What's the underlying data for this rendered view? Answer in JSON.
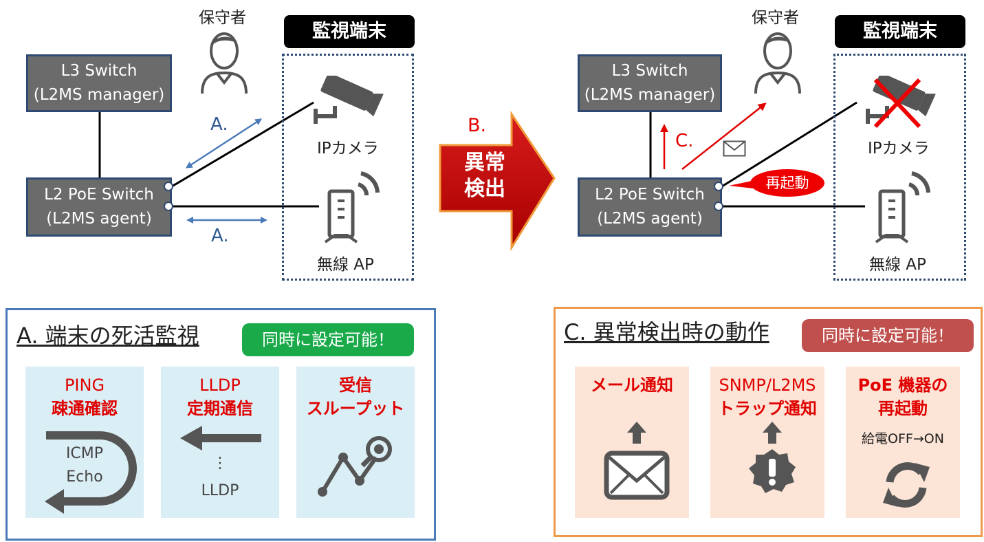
{
  "left": {
    "l3_switch": [
      "L3 Switch",
      "(L2MS manager)"
    ],
    "l2_switch": [
      "L2 PoE Switch",
      "(L2MS agent)"
    ],
    "maintainer": "保守者",
    "monitor_title": "監視端末",
    "camera_label": "IPカメラ",
    "ap_label": "無線 AP",
    "arrow_label_top": "A.",
    "arrow_label_bottom": "A."
  },
  "center": {
    "step": "B.",
    "arrow_text": [
      "異常",
      "検出"
    ]
  },
  "right": {
    "l3_switch": [
      "L3 Switch",
      "(L2MS manager)"
    ],
    "l2_switch": [
      "L2 PoE Switch",
      "(L2MS agent)"
    ],
    "maintainer": "保守者",
    "monitor_title": "監視端末",
    "camera_label": "IPカメラ",
    "ap_label": "無線 AP",
    "step_c": "C.",
    "restart_bubble": "再起動"
  },
  "panel_a": {
    "title": "A. 端末の死活監視",
    "badge": "同時に設定可能！",
    "cards": [
      {
        "title_1": "PING",
        "title_2": "疎通確認",
        "body_1": "ICMP",
        "body_2": "Echo"
      },
      {
        "title_1": "LLDP",
        "title_2": "定期通信",
        "body_1": "⋮",
        "body_2": "LLDP"
      },
      {
        "title_1": "受信",
        "title_2": "スループット"
      }
    ]
  },
  "panel_c": {
    "title": "C. 異常検出時の動作",
    "badge": "同時に設定可能！",
    "cards": [
      {
        "title_1": "メール通知"
      },
      {
        "title_1": "SNMP/L2MS",
        "title_2": "トラップ通知"
      },
      {
        "title_1": "PoE 機器の",
        "title_2": "再起動",
        "sub": "給電OFF→ON"
      }
    ]
  },
  "colors": {
    "switch_fill": "#6b6b6b",
    "switch_border": "#2f4a72",
    "arrow_blue": "#4a7ab8",
    "alert_red": "#e00000",
    "big_arrow": "#c00000",
    "panel_a_border": "#4a7ab8",
    "panel_c_border": "#ef9a4a",
    "badge_green": "#1aaa4a",
    "badge_red": "#c0504d"
  }
}
